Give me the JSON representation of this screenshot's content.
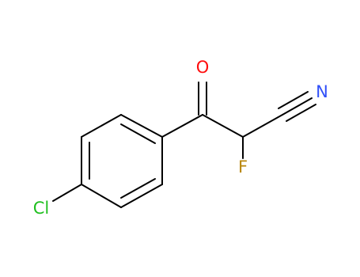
{
  "molecule": {
    "atoms": {
      "oxygen": {
        "label": "O",
        "color": "#ff0d0d"
      },
      "nitrogen": {
        "label": "N",
        "color": "#3050f8"
      },
      "fluorine": {
        "label": "F",
        "color": "#b8860b"
      },
      "chlorine": {
        "label": "Cl",
        "color": "#1fbf1f"
      }
    },
    "bond_color": "#000000",
    "background": "#ffffff"
  }
}
